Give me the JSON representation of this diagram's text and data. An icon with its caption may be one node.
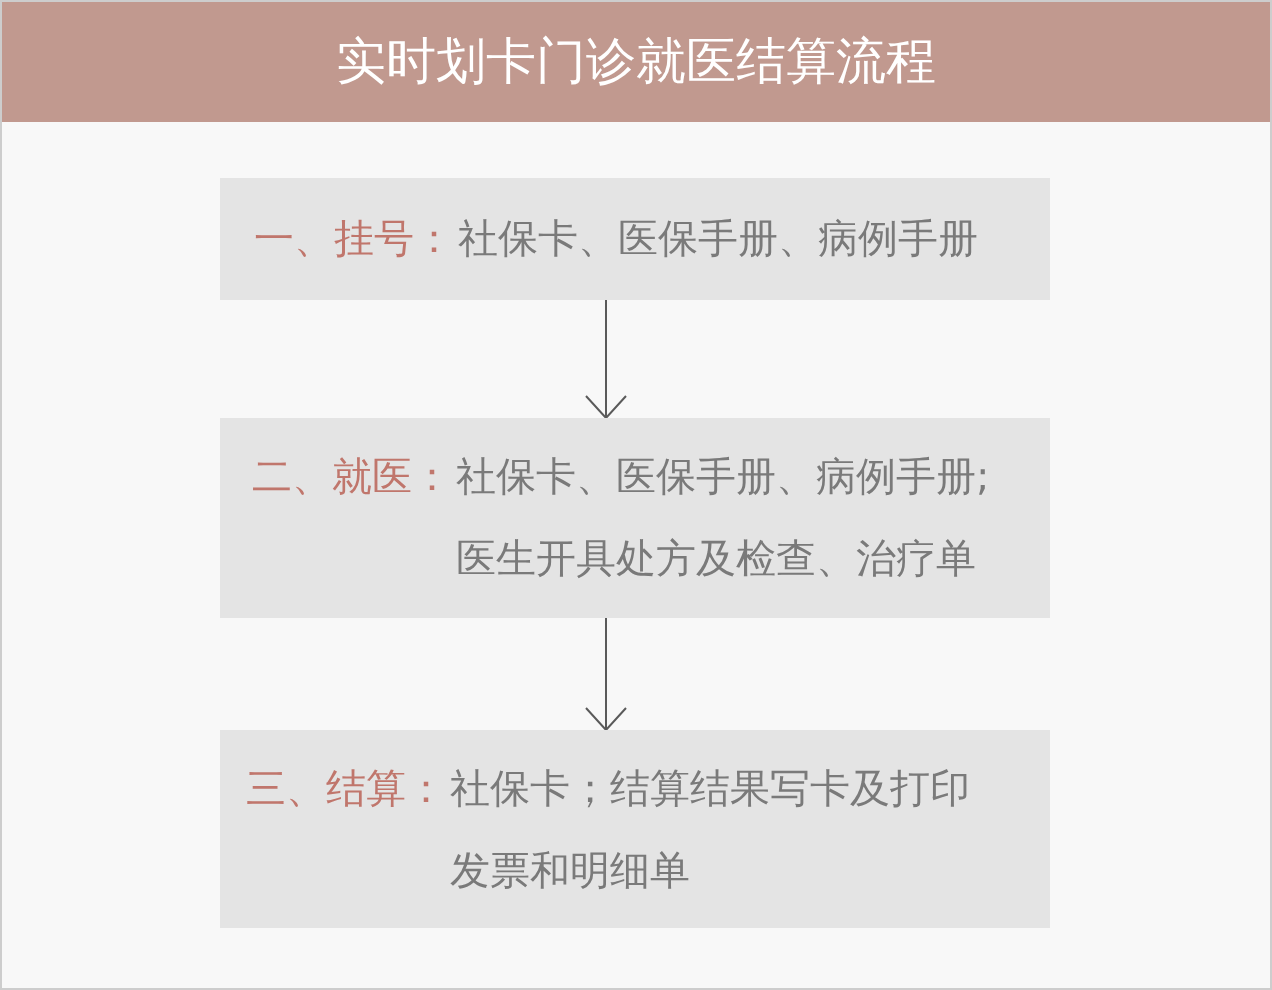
{
  "diagram": {
    "title": "实时划卡门诊就医结算流程",
    "nodes": [
      {
        "text": [
          "一、挂号：",
          "社保卡、医保手册、病例手册"
        ]
      },
      {
        "text": [
          "二、就医：",
          "社保卡、医保手册、病例手册;医生开具处方及检查、治疗单"
        ]
      },
      {
        "text": [
          "三、结算：",
          "社保卡；结算结果写卡及打印发票和明细单"
        ]
      }
    ],
    "edges": [
      {
        "from": 0,
        "to": 1,
        "arrow": "to"
      },
      {
        "from": 1,
        "to": 2,
        "arrow": "to"
      }
    ]
  }
}
